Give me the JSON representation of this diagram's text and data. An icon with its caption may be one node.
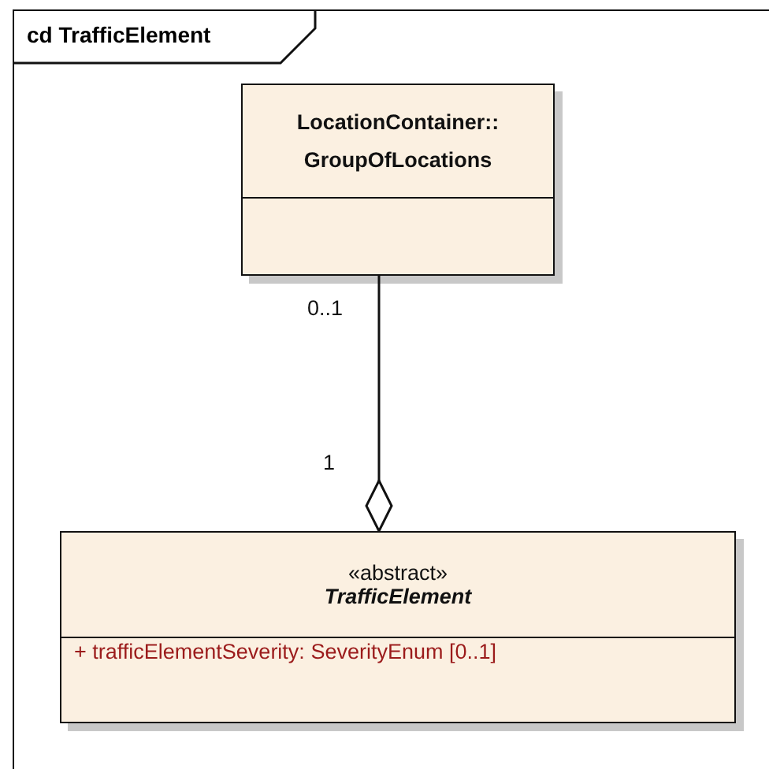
{
  "diagram": {
    "nodes": [
      {
        "text": [
          "cd TrafficElement"
        ]
      },
      {
        "text": [
          "LocationContainer:: GroupOfLocations"
        ],
        "in": 0
      },
      {
        "text": [
          "«abstract»",
          "TrafficElement",
          "+ trafficElementSeverity: SeverityEnum [0..1]"
        ],
        "in": 0
      }
    ],
    "edges": [
      {
        "from": 1,
        "to": 2,
        "arrow": "other"
      }
    ],
    "labels": [
      "0..1",
      "1"
    ]
  }
}
